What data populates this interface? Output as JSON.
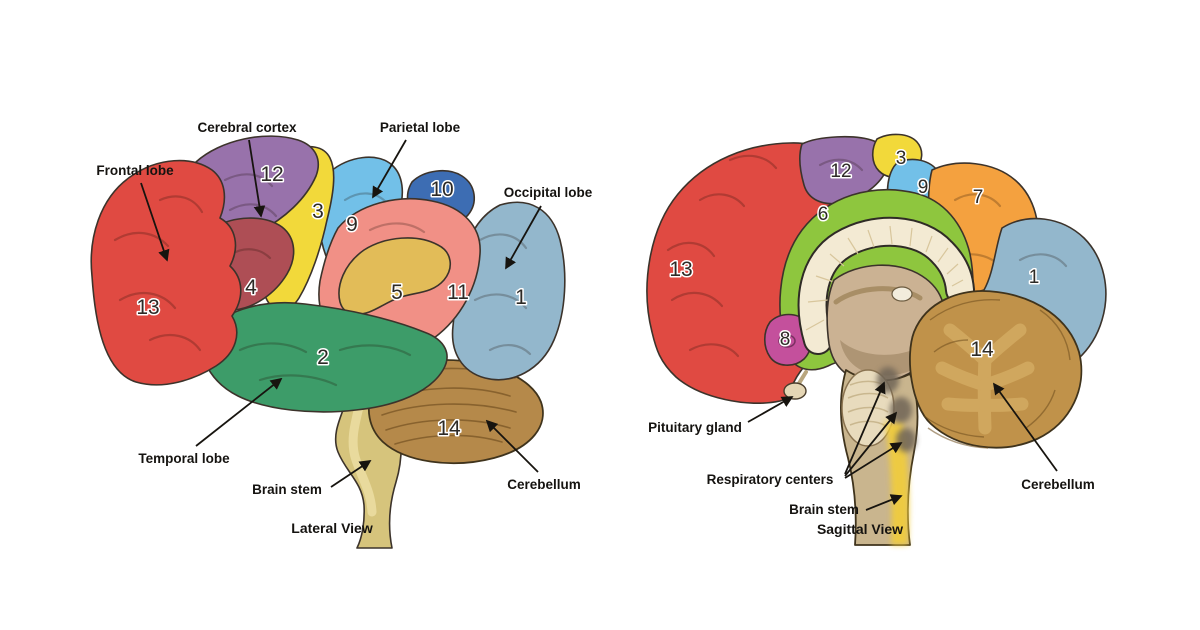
{
  "figure": {
    "background": "#ffffff"
  },
  "colors": {
    "red": "#e04a42",
    "purple": "#9872ab",
    "maroon": "#ae4e55",
    "yellow": "#f2d93a",
    "light_blue": "#72c0e8",
    "dark_blue": "#3d6db3",
    "salmon": "#f19086",
    "gold": "#e2bc58",
    "gray_blue": "#93b7cc",
    "green": "#3d9c69",
    "cerebellum_brown": "#b5894a",
    "brainstem_tan": "#d6c47c",
    "lime_green": "#8ec63e",
    "orange": "#f4a13f",
    "magenta": "#c4509c",
    "cream": "#f3ead3",
    "thalamus_tan": "#cbb293",
    "stem_tan": "#c9b58e",
    "stem_yellow": "#f2cd3a",
    "spot_gray": "#6f6556",
    "cerebellum_gold": "#c0924a",
    "arbor_gold": "#d0a75e",
    "pituitary_cream": "#e5d6b5",
    "pons_cream": "#e8dbbd",
    "ink": "#17140f"
  },
  "lateral": {
    "caption": "Lateral View",
    "labels": {
      "cerebral_cortex": "Cerebral cortex",
      "parietal_lobe": "Parietal lobe",
      "frontal_lobe": "Frontal lobe",
      "occipital_lobe": "Occipital lobe",
      "temporal_lobe": "Temporal lobe",
      "brain_stem": "Brain stem",
      "cerebellum": "Cerebellum"
    },
    "numbers": {
      "n1": "1",
      "n2": "2",
      "n3": "3",
      "n4": "4",
      "n5": "5",
      "n9": "9",
      "n10": "10",
      "n11": "11",
      "n12": "12",
      "n13": "13",
      "n14": "14"
    }
  },
  "sagittal": {
    "caption": "Sagittal View",
    "labels": {
      "pituitary_gland": "Pituitary gland",
      "respiratory_centers": "Respiratory centers",
      "brain_stem": "Brain stem",
      "cerebellum": "Cerebellum"
    },
    "numbers": {
      "n1": "1",
      "n3": "3",
      "n6": "6",
      "n7": "7",
      "n8": "8",
      "n9": "9",
      "n12": "12",
      "n13": "13",
      "n14": "14"
    }
  }
}
